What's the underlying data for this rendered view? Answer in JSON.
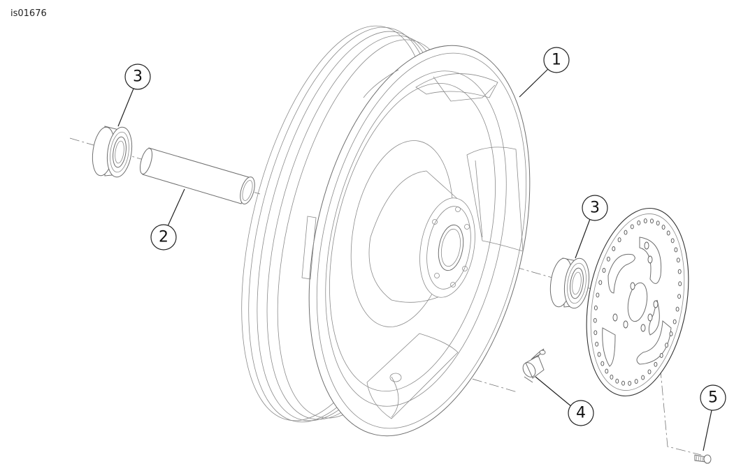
{
  "figure_id": "is01676",
  "callouts": [
    {
      "label": "1"
    },
    {
      "label": "2"
    },
    {
      "label": "3"
    },
    {
      "label": "3"
    },
    {
      "label": "4"
    },
    {
      "label": "5"
    }
  ]
}
